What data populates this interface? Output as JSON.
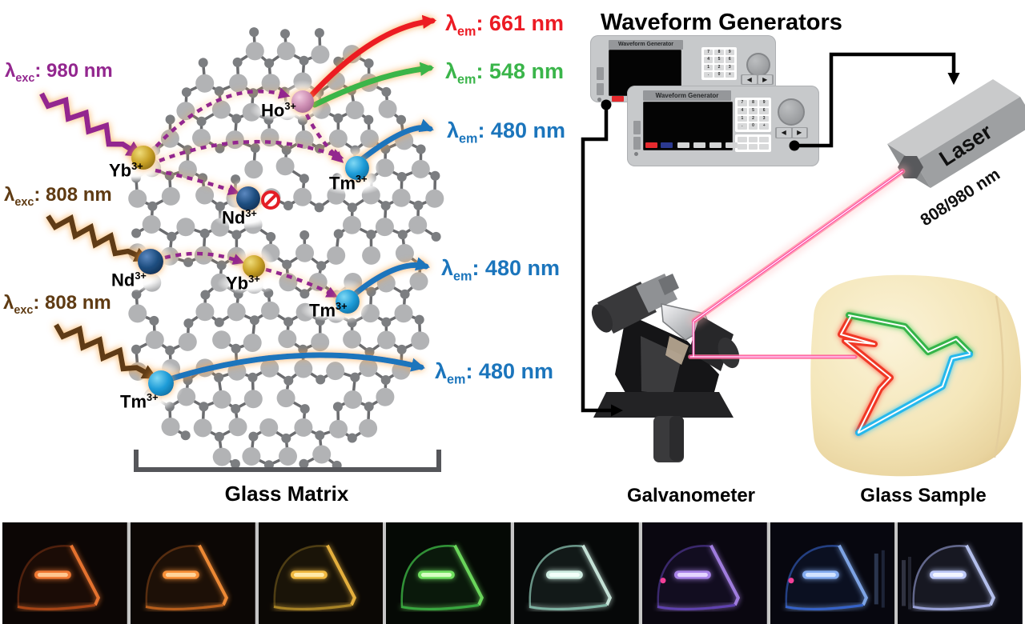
{
  "figure": {
    "matrix": {
      "caption": "Glass Matrix",
      "lambda": "λ",
      "transfer_color": "#93278F",
      "excitations": [
        {
          "sub": "exc",
          "text": ": 980 nm",
          "color": "#93278F"
        },
        {
          "sub": "exc",
          "text": ": 808 nm",
          "color": "#5F3B13"
        },
        {
          "sub": "exc",
          "text": ": 808 nm",
          "color": "#5F3B13"
        }
      ],
      "emissions": [
        {
          "sub": "em",
          "text": ": 661 nm",
          "color": "#EC1B24"
        },
        {
          "sub": "em",
          "text": ": 548 nm",
          "color": "#3AB54A"
        },
        {
          "sub": "em",
          "text": ": 480 nm",
          "color": "#1B75BC"
        },
        {
          "sub": "em",
          "text": ": 480 nm",
          "color": "#1B75BC"
        },
        {
          "sub": "em",
          "text": ": 480 nm",
          "color": "#1B75BC"
        }
      ],
      "ions": [
        {
          "symbol": "Yb",
          "charge": "3+",
          "color": "#C9A227"
        },
        {
          "symbol": "Ho",
          "charge": "3+",
          "color": "#CE8FB4"
        },
        {
          "symbol": "Tm",
          "charge": "3+",
          "color": "#1E9CD8"
        },
        {
          "symbol": "Nd",
          "charge": "3+",
          "color": "#1E4E80",
          "note": "blocked transfer"
        },
        {
          "symbol": "Nd",
          "charge": "3+",
          "color": "#1E4E80"
        },
        {
          "symbol": "Yb",
          "charge": "3+",
          "color": "#C9A227"
        },
        {
          "symbol": "Tm",
          "charge": "3+",
          "color": "#1E9CD8"
        },
        {
          "symbol": "Tm",
          "charge": "3+",
          "color": "#1E9CD8"
        }
      ]
    },
    "setup": {
      "title": "Waveform Generators",
      "generator_label": "Waveform Generator",
      "keypad": [
        "7",
        "8",
        "9",
        "4",
        "5",
        "6",
        "1",
        "2",
        "3",
        ".",
        "0",
        "+"
      ],
      "arrow_left": "◀",
      "arrow_right": "▶",
      "laser_label": "Laser",
      "laser_wavelengths": "808/980 nm",
      "galvanometer_label": "Galvanometer",
      "glass_sample_label": "Glass Sample",
      "beam_color": "#FF2FA0"
    },
    "photos": [
      {
        "desc": "orange-red glowing glass sample",
        "bg": "#0C0605",
        "edge": "#A84418",
        "glow": "#F07830",
        "core": "#FFC690",
        "dome": 0.4,
        "pink_dot": false,
        "streaks": "none"
      },
      {
        "desc": "orange glowing glass sample",
        "bg": "#0C0705",
        "edge": "#B85E1E",
        "glow": "#F89038",
        "core": "#FFD39A",
        "dome": 0.4,
        "pink_dot": false,
        "streaks": "none"
      },
      {
        "desc": "amber glowing glass sample",
        "bg": "#0B0805",
        "edge": "#A88428",
        "glow": "#F0B840",
        "core": "#FFE9A8",
        "dome": 0.4,
        "pink_dot": false,
        "streaks": "none"
      },
      {
        "desc": "green glowing glass sample",
        "bg": "#050905",
        "edge": "#38A840",
        "glow": "#70E060",
        "core": "#D6FFC2",
        "dome": 0.85,
        "pink_dot": false,
        "streaks": "none"
      },
      {
        "desc": "pale cyan glowing glass sample",
        "bg": "#060808",
        "edge": "#7FB4A4",
        "glow": "#CFEDE2",
        "core": "#F2FFF9",
        "dome": 0.8,
        "pink_dot": false,
        "streaks": "none"
      },
      {
        "desc": "violet glowing glass sample",
        "bg": "#0A0710",
        "edge": "#5F42B0",
        "glow": "#A883E8",
        "core": "#E4D4FF",
        "dome": 0.55,
        "pink_dot": true,
        "streaks": "none"
      },
      {
        "desc": "blue glowing glass sample",
        "bg": "#07070F",
        "edge": "#3562C8",
        "glow": "#84ACF0",
        "core": "#D2E3FF",
        "dome": 0.6,
        "pink_dot": true,
        "streaks": "right"
      },
      {
        "desc": "pale blue glowing glass sample",
        "bg": "#08080E",
        "edge": "#9AA2D8",
        "glow": "#BDC9F8",
        "core": "#F2F5FF",
        "dome": 0.6,
        "pink_dot": false,
        "streaks": "left"
      }
    ]
  }
}
